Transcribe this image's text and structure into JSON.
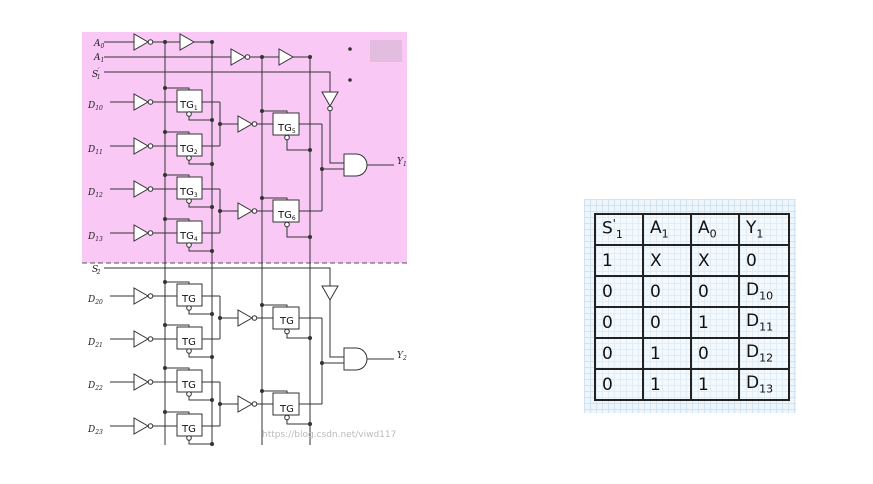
{
  "inputs": {
    "a0": "A",
    "a0_sub": "0",
    "a1": "A",
    "a1_sub": "1",
    "s1": "S",
    "s1_sub": "1",
    "s2": "S",
    "s2_sub": "2",
    "d10": "D",
    "d10_sub": "10",
    "d11": "D",
    "d11_sub": "11",
    "d12": "D",
    "d12_sub": "12",
    "d13": "D",
    "d13_sub": "13",
    "d20": "D",
    "d20_sub": "20",
    "d21": "D",
    "d21_sub": "21",
    "d22": "D",
    "d22_sub": "22",
    "d23": "D",
    "d23_sub": "23"
  },
  "outputs": {
    "y1": "Y",
    "y1_sub": "1",
    "y2": "Y",
    "y2_sub": "2"
  },
  "gates": {
    "tg1": "TG",
    "tg1_sub": "1",
    "tg2": "TG",
    "tg2_sub": "2",
    "tg3": "TG",
    "tg3_sub": "3",
    "tg4": "TG",
    "tg4_sub": "4",
    "tg5": "TG",
    "tg5_sub": "5",
    "tg6": "TG",
    "tg6_sub": "6",
    "tg_plain": "TG"
  },
  "watermark": "https://blog.csdn.net/viwd117",
  "colors": {
    "highlight": "#f9c8f5",
    "line": "#333333"
  },
  "truth_table": {
    "headers": [
      {
        "main": "S",
        "sup": "'",
        "sub": "1"
      },
      {
        "main": "A",
        "sub": "1"
      },
      {
        "main": "A",
        "sub": "0"
      },
      {
        "main": "Y",
        "sub": "1"
      }
    ],
    "rows": [
      [
        {
          "main": "1"
        },
        {
          "main": "X"
        },
        {
          "main": "X"
        },
        {
          "main": "0"
        }
      ],
      [
        {
          "main": "0"
        },
        {
          "main": "0"
        },
        {
          "main": "0"
        },
        {
          "main": "D",
          "sub": "10"
        }
      ],
      [
        {
          "main": "0"
        },
        {
          "main": "0"
        },
        {
          "main": "1"
        },
        {
          "main": "D",
          "sub": "11"
        }
      ],
      [
        {
          "main": "0"
        },
        {
          "main": "1"
        },
        {
          "main": "0"
        },
        {
          "main": "D",
          "sub": "12"
        }
      ],
      [
        {
          "main": "0"
        },
        {
          "main": "1"
        },
        {
          "main": "1"
        },
        {
          "main": "D",
          "sub": "13"
        }
      ]
    ]
  }
}
